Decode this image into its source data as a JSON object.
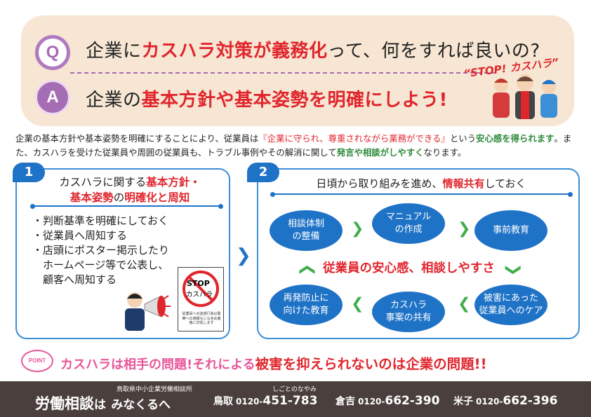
{
  "qa": {
    "q_label": "Q",
    "a_label": "A",
    "question_pre": "企業に",
    "question_red": "カスハラ対策が義務化",
    "question_post": "って、何をすれば良いの?",
    "answer_pre": "企業の",
    "answer_red": "基本方針や基本姿勢を明確にしよう!",
    "stop_badge": "“STOP! カスハラ”"
  },
  "intro": {
    "t1": "企業の基本方針や基本姿勢を明確にすることにより、従業員は",
    "t2": "『企業に守られ、尊重されながら業務ができる』",
    "t3": "という",
    "t4": "安心感を得られます",
    "t5": "。また、カスハラを受けた従業員や周囲の従業員も、トラブル事例やその解消に関して",
    "t6": "発言や相談がしやすく",
    "t7": "なります。"
  },
  "panel1": {
    "number": "1",
    "title_a": "カスハラに関する",
    "title_b": "基本方針・",
    "title_c": "基本姿勢",
    "title_d": "の",
    "title_e": "明確化と周知",
    "bullets": [
      "・判断基準を明確にしておく",
      "・従業員へ周知する",
      "・店頭にポスター掲示したり",
      "　ホームページ等で公表し、",
      "　顧客へ周知する"
    ],
    "poster_stop": "STOP",
    "poster_kasuhara": "カスハラ",
    "poster_fine": "従業員への迷惑行為は警察への通報もじも含め厳格に対処します"
  },
  "panel2": {
    "number": "2",
    "title_a": "日頃から取り組みを進め、",
    "title_b": "情報共有",
    "title_c": "しておく",
    "nodes": [
      "相談体制\nの整備",
      "マニュアル\nの作成",
      "事前教育",
      "被害にあった\n従業員へのケア",
      "カスハラ\n事案の共有",
      "再発防止に\n向けた教育"
    ],
    "center": "従業員の安心感、相談しやすさ"
  },
  "point": {
    "label": "POINT",
    "text_a": "カスハラは相手の問題!それによる",
    "text_b": "被害を抑えられないのは企業の問題!!"
  },
  "footer": {
    "main_a": "労働相談",
    "main_b": "は",
    "main_c": "みなくるへ",
    "office": "鳥取県中小企業労働相談所",
    "kana": "しごとのなやみ",
    "tels": [
      {
        "city": "鳥取",
        "prefix": "0120-",
        "number": "451-783"
      },
      {
        "city": "倉吉",
        "prefix": "0120-",
        "number": "662-390"
      },
      {
        "city": "米子",
        "prefix": "0120-",
        "number": "662-396"
      }
    ]
  },
  "colors": {
    "accent_blue": "#1f73c7",
    "red": "#e0262d",
    "purple": "#a56db3",
    "pink": "#e8579a",
    "green": "#3fae49",
    "footer_bg": "#4a3f3c",
    "qa_bg": "#f7e6d3"
  }
}
